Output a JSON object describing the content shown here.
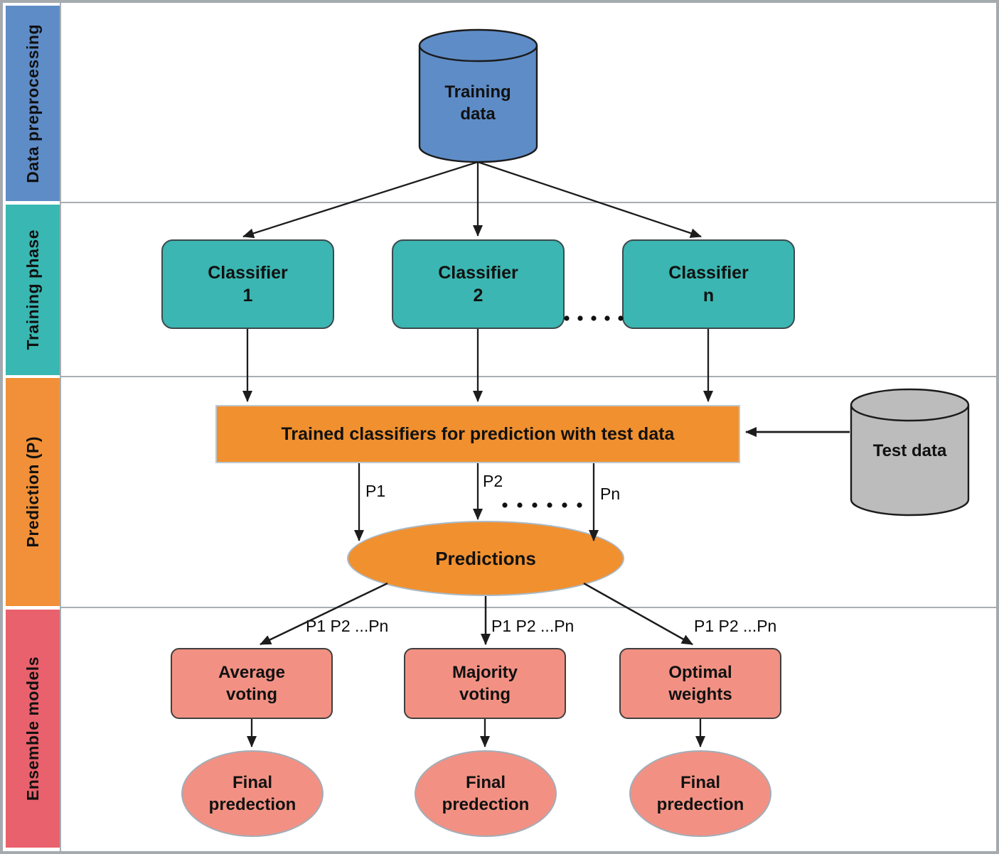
{
  "figure": {
    "title": "Ensemble model workflow diagram",
    "background": "#ffffff",
    "border_color": "#a5aaae"
  },
  "colors": {
    "preprocessing_blue": "#5e8cc7",
    "training_teal": "#3bb6b2",
    "prediction_orange": "#f1902f",
    "ensemble_red": "#e9616c",
    "node_salmon": "#f29183",
    "test_data_gray": "#bcbcbc"
  },
  "sidebar": {
    "bands": [
      {
        "label": "Data preprocessing",
        "color": "#5e8cc7"
      },
      {
        "label": "Training phase",
        "color": "#39b7b2"
      },
      {
        "label": "Prediction (P)",
        "color": "#f19038"
      },
      {
        "label": "Ensemble models",
        "color": "#e9616c"
      }
    ]
  },
  "preprocessing": {
    "training_data_label": "Training data"
  },
  "training": {
    "classifiers": [
      {
        "line1": "Classifier",
        "line2": "1"
      },
      {
        "line1": "Classifier",
        "line2": "2"
      },
      {
        "line1": "Classifier",
        "line2": "n"
      }
    ]
  },
  "prediction": {
    "bar_label": "Trained classifiers for prediction with test data",
    "test_data_label": "Test data",
    "p_labels": [
      "P1",
      "P2",
      "Pn"
    ],
    "predictions_label": "Predictions"
  },
  "ensemble": {
    "arrow_label": "P1 P2 ...Pn",
    "methods": [
      {
        "line1": "Average",
        "line2": "voting"
      },
      {
        "line1": "Majority",
        "line2": "voting"
      },
      {
        "line1": "Optimal",
        "line2": "weights"
      }
    ],
    "final_label": {
      "line1": "Final",
      "line2": "predection"
    }
  }
}
